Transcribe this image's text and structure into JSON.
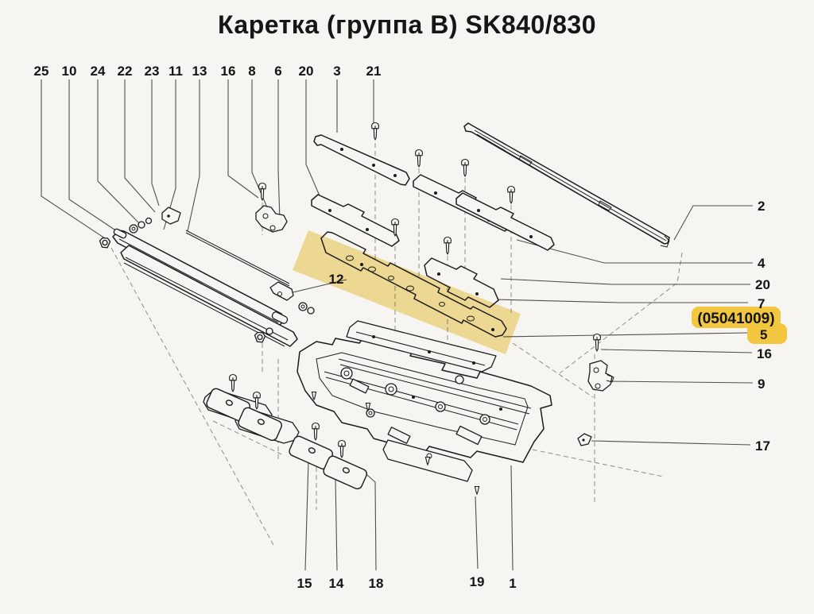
{
  "title": "Каретка (группа В) SK840/830",
  "labels": {
    "top": [
      "25",
      "10",
      "24",
      "22",
      "23",
      "11",
      "13",
      "16",
      "8",
      "6",
      "20",
      "3",
      "21"
    ],
    "right": [
      "2",
      "4",
      "20",
      "7",
      "5",
      "16",
      "9",
      "17"
    ],
    "bottom": [
      "15",
      "14",
      "18",
      "19",
      "1"
    ],
    "inline": [
      "12"
    ],
    "highlight_code": "(05041009)"
  },
  "colors": {
    "background": "#F6F5F1",
    "ink": "#1C1C1B",
    "leader": "#4F4F4B",
    "highlight": "#F2C63E",
    "band": "#EFCE5F"
  }
}
